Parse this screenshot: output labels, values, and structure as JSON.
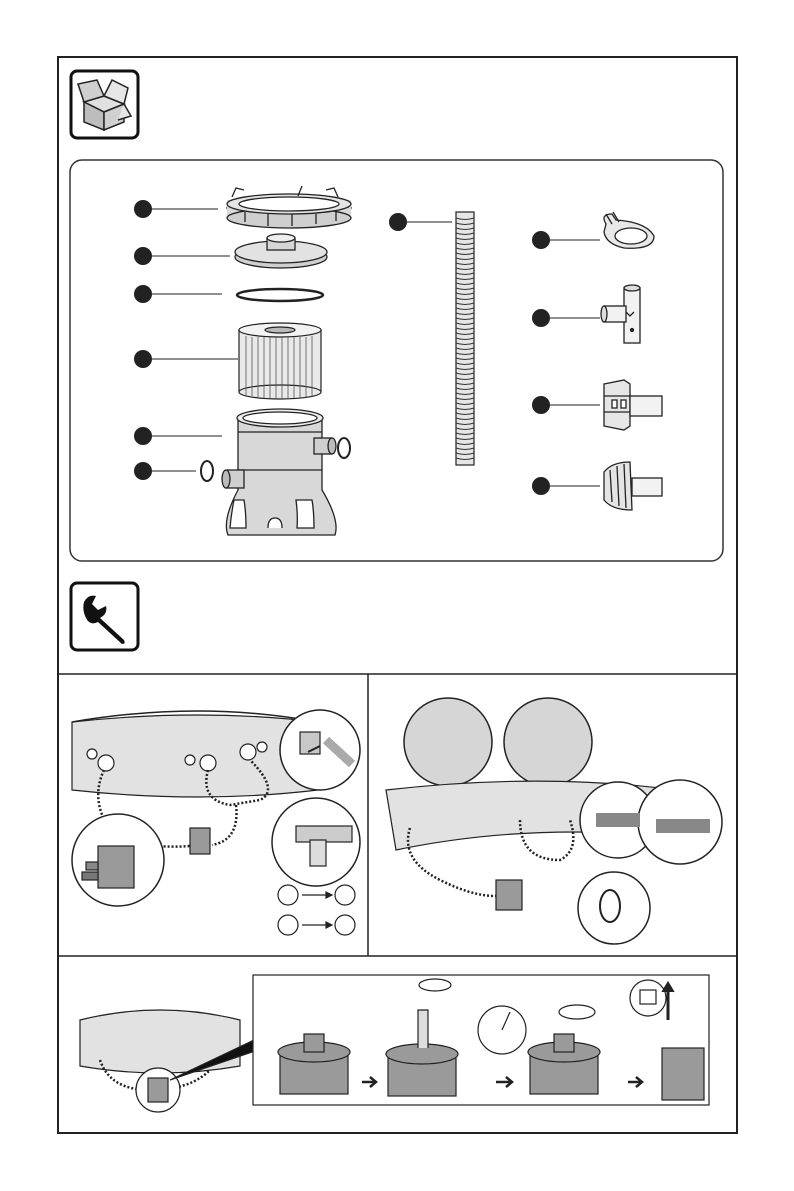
{
  "sections": {
    "unpack": {
      "icon": "open-box-icon"
    },
    "assembly": {
      "icon": "wrench-icon"
    }
  },
  "parts": [
    {
      "name": "lock-ring",
      "icon": "lock-ring-icon"
    },
    {
      "name": "filter-cover",
      "icon": "filter-cover-icon"
    },
    {
      "name": "o-ring",
      "icon": "o-ring-icon"
    },
    {
      "name": "filter-cartridge",
      "icon": "filter-cartridge-icon"
    },
    {
      "name": "pump-housing",
      "icon": "pump-housing-icon"
    },
    {
      "name": "hose-gasket",
      "icon": "hose-gasket-icon"
    },
    {
      "name": "hose",
      "icon": "hose-icon"
    },
    {
      "name": "hose-clamp",
      "icon": "hose-clamp-icon"
    },
    {
      "name": "t-connector",
      "icon": "t-connector-icon"
    },
    {
      "name": "strainer-connector",
      "icon": "strainer-connector-icon"
    },
    {
      "name": "plug-cap",
      "icon": "plug-cap-icon"
    }
  ],
  "colors": {
    "outline": "#1a1a1a",
    "pump_gray": "#9a9a9a",
    "pool_wall": "#d4d4d4",
    "callout_dot": "#222222"
  }
}
